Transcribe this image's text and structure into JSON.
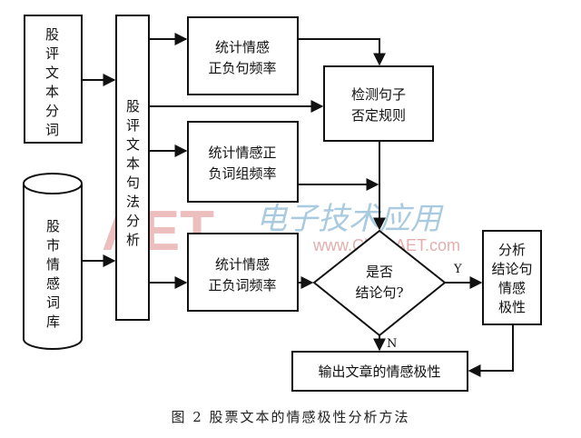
{
  "nodes": {
    "segmentation": {
      "lines": [
        "股",
        "评",
        "文",
        "本",
        "分",
        "词"
      ]
    },
    "lexicon": {
      "lines": [
        "股",
        "市",
        "情",
        "感",
        "词",
        "库"
      ]
    },
    "syntax": {
      "lines": [
        "股",
        "评",
        "文",
        "本",
        "句",
        "法",
        "分",
        "析"
      ]
    },
    "count_words_1": {
      "lines": [
        "统计情感",
        "正负句频率"
      ]
    },
    "count_phrases": {
      "lines": [
        "统计情感正",
        "负词组频率"
      ]
    },
    "count_words_2": {
      "lines": [
        "统计情感",
        "正负词频率"
      ]
    },
    "negation": {
      "lines": [
        "检测句子",
        "否定规则"
      ]
    },
    "decision": {
      "lines": [
        "是否",
        "结论句?"
      ]
    },
    "conclusion": {
      "lines": [
        "分析",
        "结论句",
        "情感",
        "极性"
      ]
    },
    "output": {
      "label": "输出文章的情感极性"
    }
  },
  "edge_labels": {
    "yes": "Y",
    "no": "N"
  },
  "caption": "图 2  股票文本的情感极性分析方法",
  "watermark": {
    "logo": "AET",
    "url": "www.ChinaAET.com",
    "cn": "电子技术应用"
  }
}
